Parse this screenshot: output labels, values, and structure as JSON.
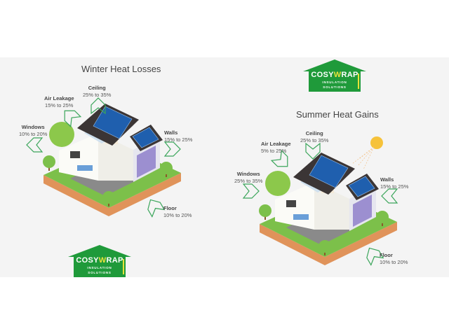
{
  "winter": {
    "title": "Winter Heat Losses",
    "ceiling": {
      "name": "Ceiling",
      "range": "25% to 35%"
    },
    "air_leakage": {
      "name": "Air Leakage",
      "range": "15% to 25%"
    },
    "windows": {
      "name": "Windows",
      "range": "10% to 20%"
    },
    "walls": {
      "name": "Walls",
      "range": "15% to 25%"
    },
    "floor": {
      "name": "Floor",
      "range": "10% to 20%"
    }
  },
  "summer": {
    "title": "Summer Heat Gains",
    "ceiling": {
      "name": "Ceiling",
      "range": "25% to 35%"
    },
    "air_leakage": {
      "name": "Air Leakage",
      "range": "5% to 25%"
    },
    "windows": {
      "name": "Windows",
      "range": "25% to 35%"
    },
    "walls": {
      "name": "Walls",
      "range": "15% to 25%"
    },
    "floor": {
      "name": "Floor",
      "range": "10% to 20%"
    }
  },
  "logo": {
    "brand_a": "COSY",
    "brand_w": "W",
    "brand_b": "RAP",
    "line1": "INSULATION",
    "line2": "SOLUTIONS"
  },
  "colors": {
    "arrow": "#3aa55a",
    "grass": "#7cc04a",
    "soil": "#e0935a",
    "roof": "#3b3535",
    "panel": "#1f5fae",
    "logo_green": "#1f9a3a",
    "sun": "#f6c23a"
  }
}
